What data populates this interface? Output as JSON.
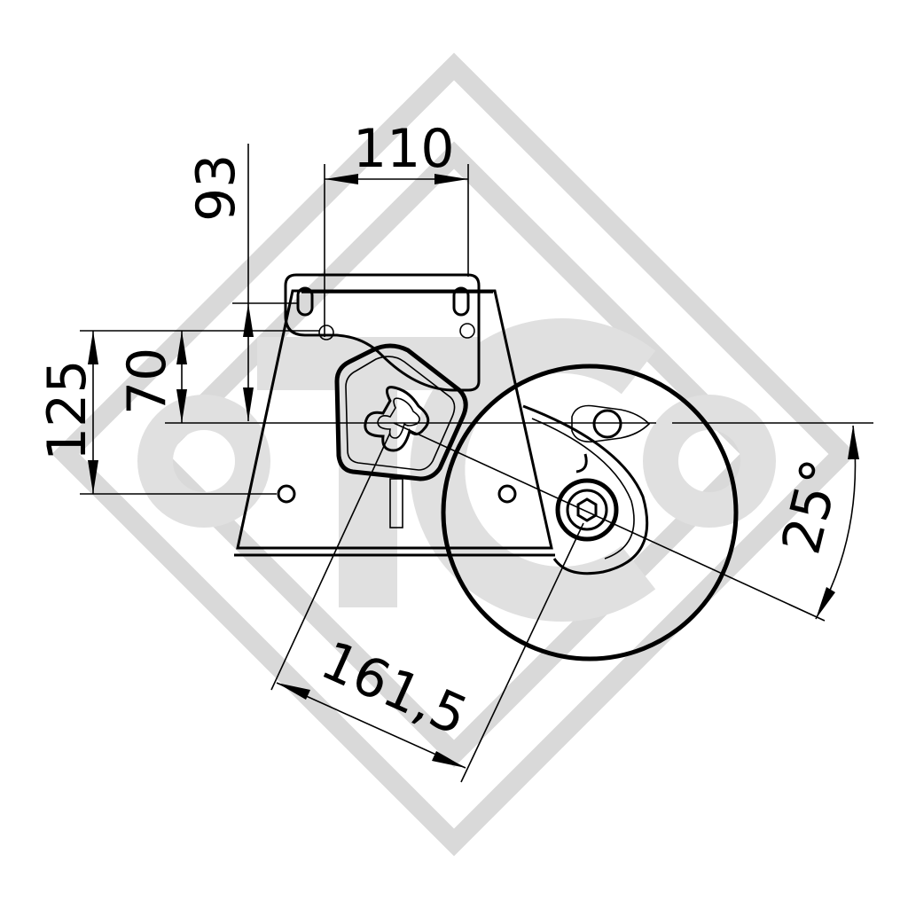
{
  "dimensions": {
    "top_width": "110",
    "top_height": "93",
    "outer_height": "125",
    "inner_height": "70",
    "arm_length": "161,5",
    "angle": "25°"
  },
  "colors": {
    "line": "#000000",
    "watermark": "#d9d9d9",
    "background": "#ffffff"
  }
}
